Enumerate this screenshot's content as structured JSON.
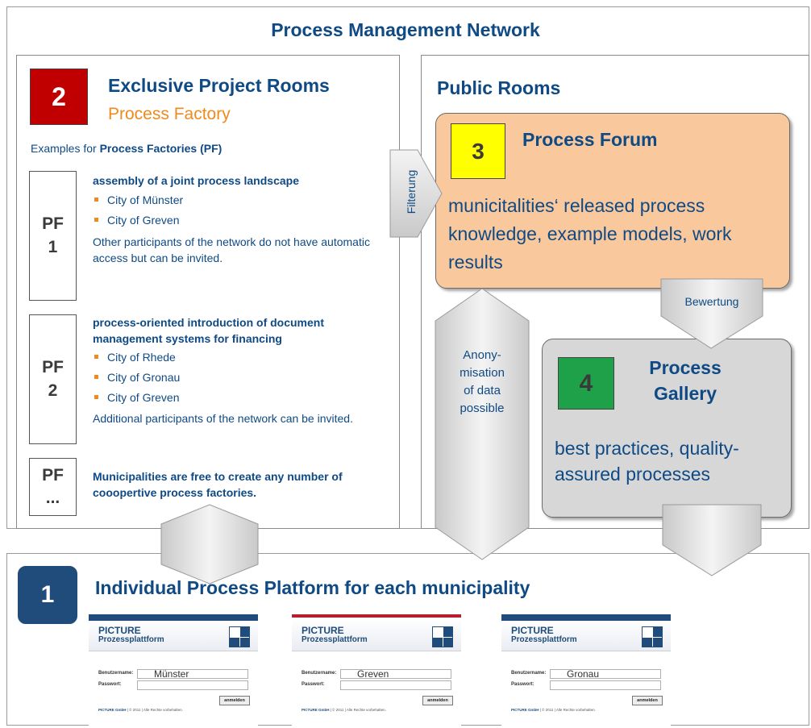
{
  "title": "Process Management Network",
  "exclusive": {
    "number": "2",
    "title": "Exclusive Project Rooms",
    "subtitle": "Process Factory",
    "examples_prefix": "Examples for ",
    "examples_bold": "Process Factories (PF)",
    "pf1": {
      "label_line1": "PF",
      "label_line2": "1",
      "heading": "assembly of a joint process landscape",
      "items": [
        "City of Münster",
        "City of Greven"
      ],
      "note": "Other participants of the network do not have automatic access but can be invited."
    },
    "pf2": {
      "label_line1": "PF",
      "label_line2": "2",
      "heading": "process-oriented introduction of document management systems for financing",
      "items": [
        "City of Rhede",
        "City of Gronau",
        "City of Greven"
      ],
      "note": "Additional participants of the network can be invited."
    },
    "pfn": {
      "label_line1": "PF",
      "label_line2": "...",
      "text": "Municipalities are free to create any number of cooopertive process factories."
    }
  },
  "public": {
    "title": "Public Rooms",
    "forum": {
      "number": "3",
      "title": "Process Forum",
      "text": "municitalities‘ released process knowledge, example models, work results"
    },
    "gallery": {
      "number": "4",
      "title_line1": "Process",
      "title_line2": "Gallery",
      "text": "best practices, quality-assured processes"
    }
  },
  "arrows": {
    "filtering": "Filterung",
    "rating": "Bewertung",
    "anonymisation_l1": "Anony-",
    "anonymisation_l2": "misation",
    "anonymisation_l3": "of data",
    "anonymisation_l4": "possible"
  },
  "platform": {
    "number": "1",
    "title": "Individual Process Platform for each municipality",
    "screens": [
      {
        "brand": "PICTURE",
        "product": "Prozessplattform",
        "user_label": "Benutzername:",
        "password_label": "Passwort:",
        "username": "Münster",
        "button": "anmelden",
        "footer_brand": "PICTURE GmbH",
        "footer": " | © 2011 | Alle Rechte vorbehalten."
      },
      {
        "brand": "PICTURE",
        "product": "Prozessplattform",
        "user_label": "Benutzername:",
        "password_label": "Passwort:",
        "username": "Greven",
        "button": "anmelden",
        "footer_brand": "PICTURE GmbH",
        "footer": " | © 2011 | Alle Rechte vorbehalten."
      },
      {
        "brand": "PICTURE",
        "product": "Prozessplattform",
        "user_label": "Benutzername:",
        "password_label": "Passwort:",
        "username": "Gronau",
        "button": "anmelden",
        "footer_brand": "PICTURE GmbH",
        "footer": " | © 2011 | Alle Rechte vorbehalten."
      }
    ]
  },
  "colors": {
    "blue": "#0f4a84",
    "orange": "#f08a1c",
    "red_badge": "#c00000",
    "yellow_badge": "#ffff00",
    "green_badge": "#1fa14a",
    "forum_fill": "#f9c89d",
    "gallery_fill": "#d7d7d7"
  }
}
